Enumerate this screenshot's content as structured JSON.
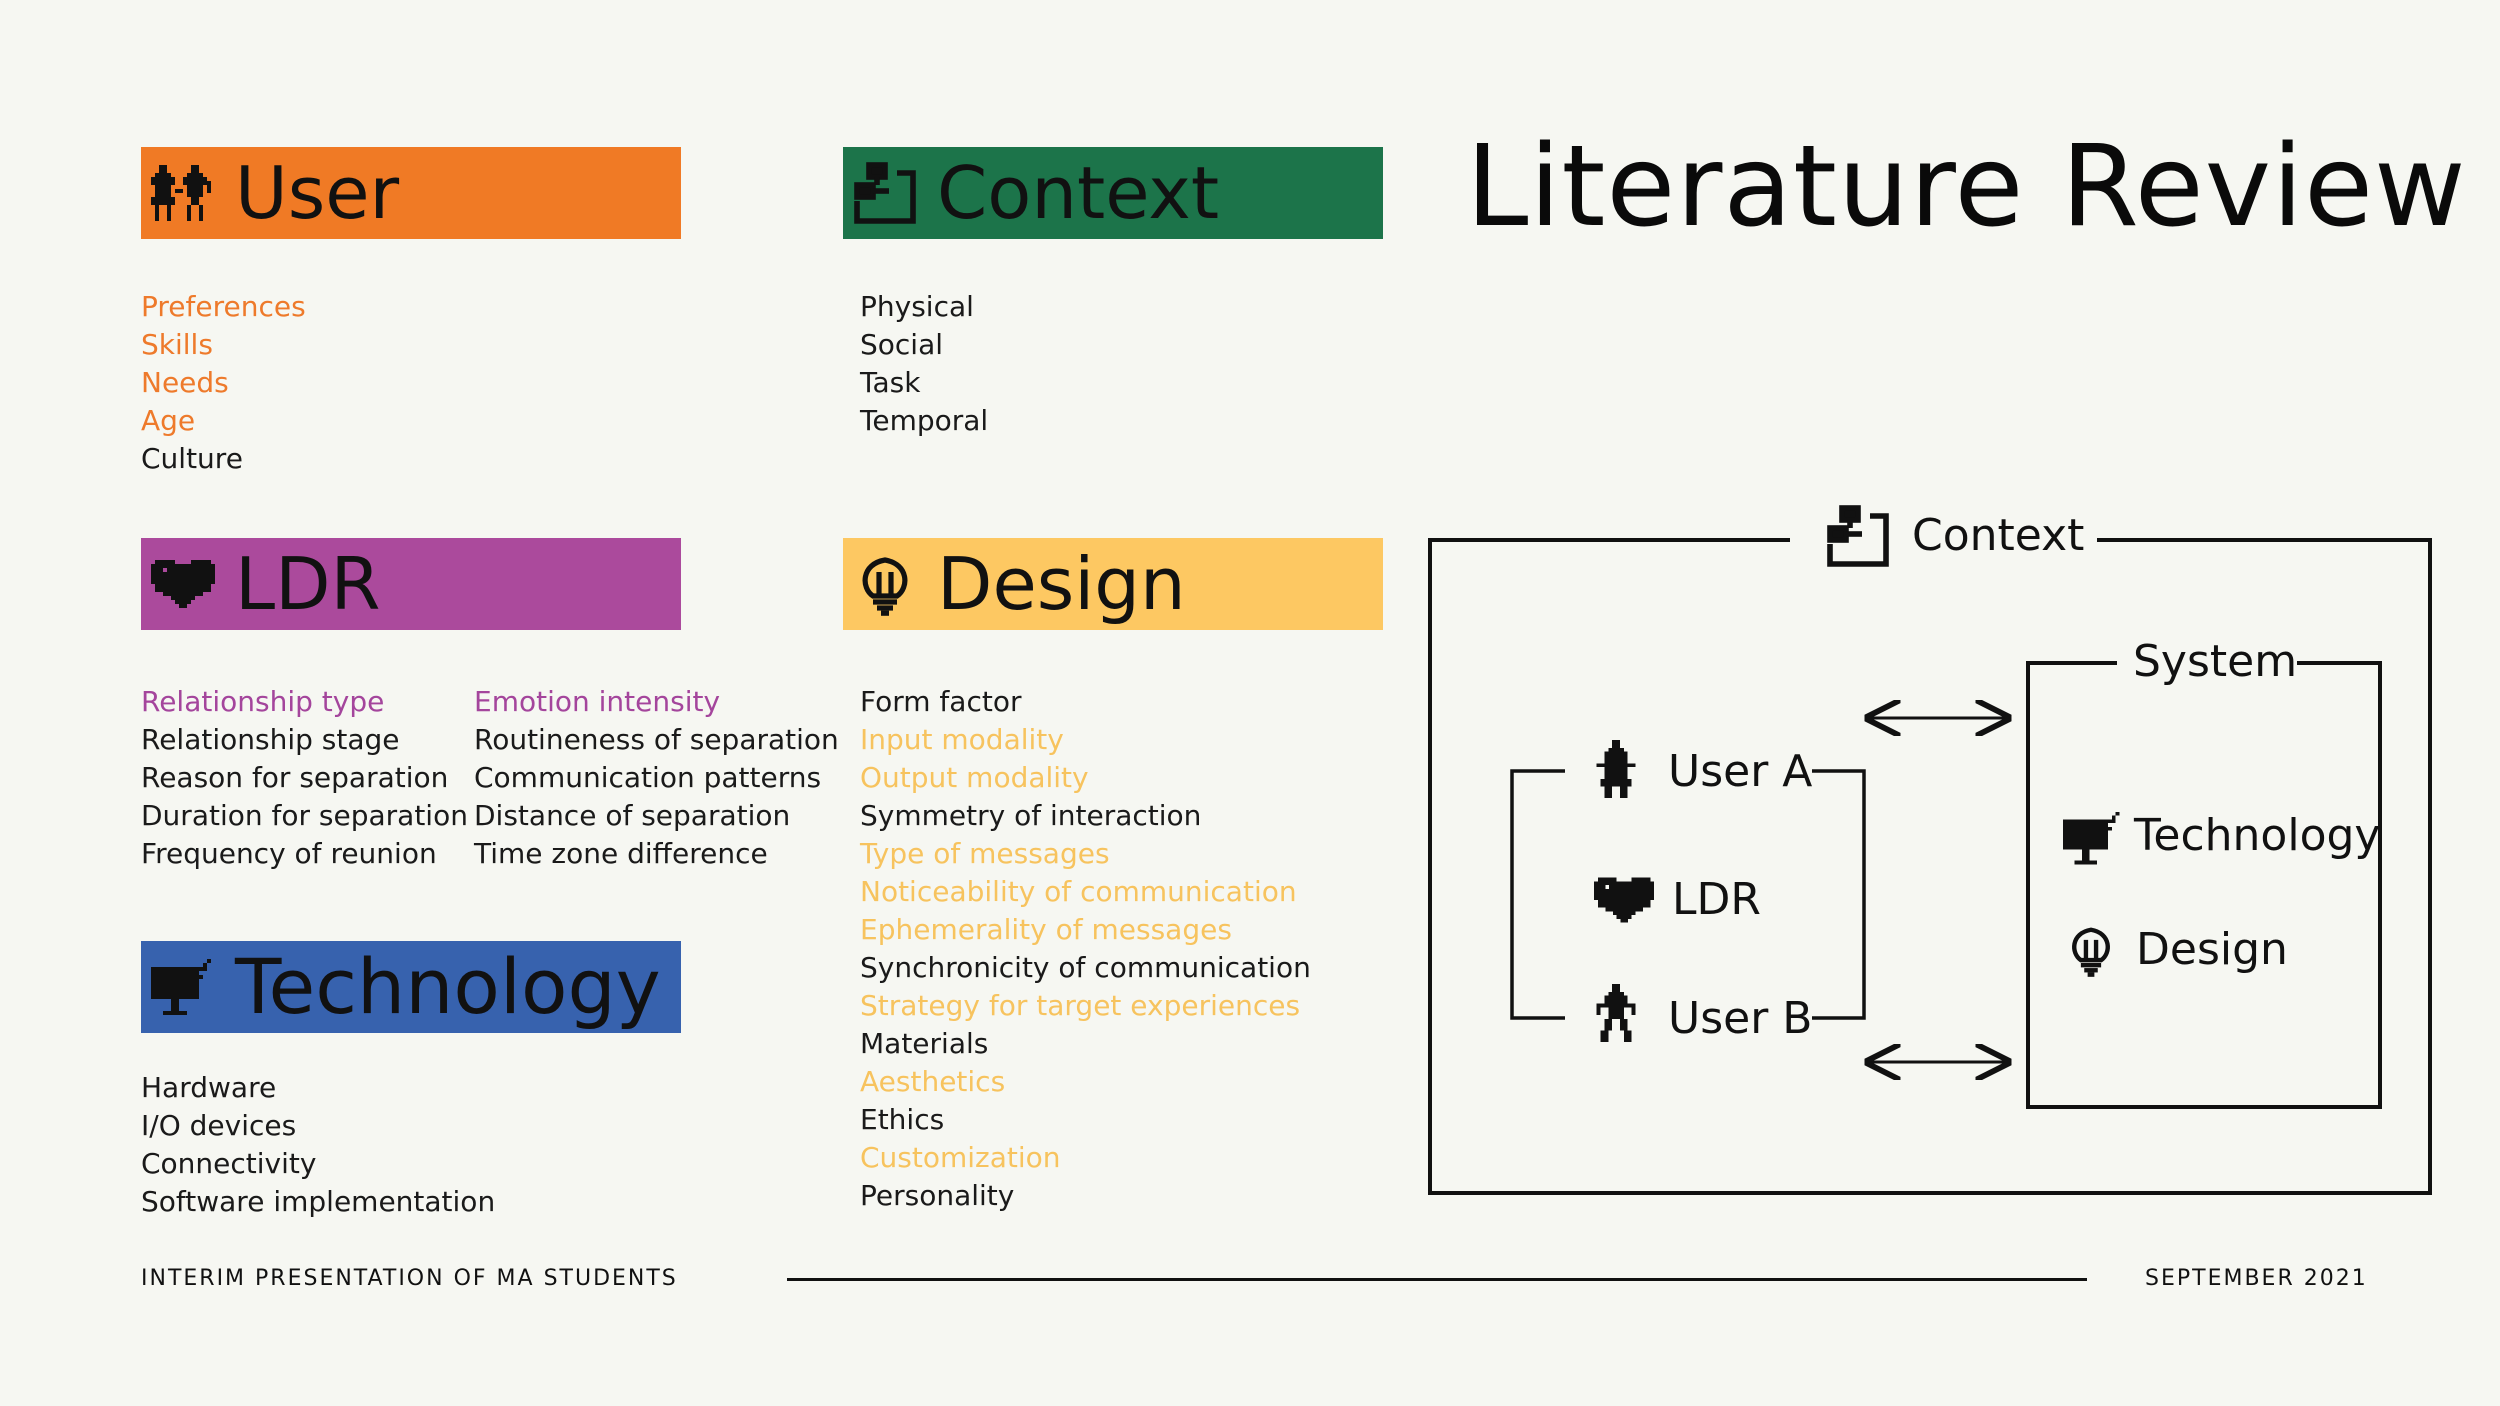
{
  "title": "Literature Review",
  "colors": {
    "user": "#f07a25",
    "context": "#1c744a",
    "ldr": "#ab4a9c",
    "design": "#fdc862",
    "technology": "#3762ae"
  },
  "user": {
    "heading": "User",
    "icon": "two-people-icon",
    "items": [
      {
        "text": "Preferences",
        "highlight": true
      },
      {
        "text": "Skills",
        "highlight": true
      },
      {
        "text": "Needs",
        "highlight": true
      },
      {
        "text": "Age",
        "highlight": true
      },
      {
        "text": "Culture",
        "highlight": false
      }
    ]
  },
  "context": {
    "heading": "Context",
    "icon": "context-flow-icon",
    "items": [
      {
        "text": "Physical"
      },
      {
        "text": "Social"
      },
      {
        "text": "Task"
      },
      {
        "text": "Temporal"
      }
    ]
  },
  "ldr": {
    "heading": "LDR",
    "icon": "heart-icon",
    "col1": [
      {
        "text": "Relationship type",
        "highlight": true
      },
      {
        "text": "Relationship stage",
        "highlight": false
      },
      {
        "text": "Reason for separation",
        "highlight": false
      },
      {
        "text": "Duration for separation",
        "highlight": false
      },
      {
        "text": "Frequency of reunion",
        "highlight": false
      }
    ],
    "col2": [
      {
        "text": "Emotion intensity",
        "highlight": true
      },
      {
        "text": "Routineness of separation",
        "highlight": false
      },
      {
        "text": "Communication patterns",
        "highlight": false
      },
      {
        "text": "Distance of separation",
        "highlight": false
      },
      {
        "text": "Time zone difference",
        "highlight": false
      }
    ]
  },
  "design": {
    "heading": "Design",
    "icon": "lightbulb-icon",
    "items": [
      {
        "text": "Form factor",
        "highlight": false
      },
      {
        "text": "Input modality",
        "highlight": true
      },
      {
        "text": "Output modality",
        "highlight": true
      },
      {
        "text": "Symmetry of interaction",
        "highlight": false
      },
      {
        "text": "Type of messages",
        "highlight": true
      },
      {
        "text": "Noticeability of communication",
        "highlight": true
      },
      {
        "text": "Ephemerality of messages",
        "highlight": true
      },
      {
        "text": "Synchronicity of communication",
        "highlight": false
      },
      {
        "text": "Strategy for target experiences",
        "highlight": true
      },
      {
        "text": "Materials",
        "highlight": false
      },
      {
        "text": "Aesthetics",
        "highlight": true
      },
      {
        "text": "Ethics",
        "highlight": false
      },
      {
        "text": "Customization",
        "highlight": true
      },
      {
        "text": "Personality",
        "highlight": false
      }
    ]
  },
  "technology": {
    "heading": "Technology",
    "icon": "computer-icon",
    "items": [
      {
        "text": "Hardware"
      },
      {
        "text": "I/O devices"
      },
      {
        "text": "Connectivity"
      },
      {
        "text": "Software implementation"
      }
    ]
  },
  "diagram": {
    "context_label": "Context",
    "system_label": "System",
    "user_a": "User A",
    "ldr": "LDR",
    "user_b": "User B",
    "technology": "Technology",
    "design": "Design"
  },
  "footer": {
    "left": "INTERIM PRESENTATION OF MA STUDENTS",
    "right": "SEPTEMBER 2021"
  }
}
